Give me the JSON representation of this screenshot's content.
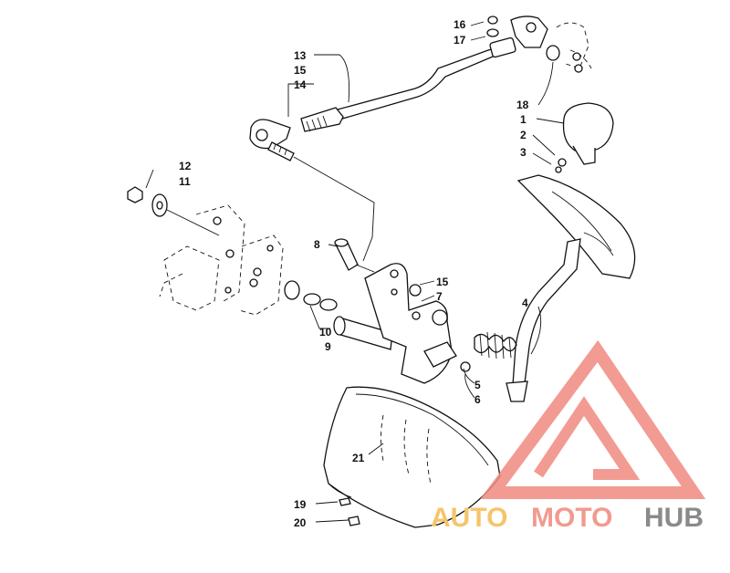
{
  "callouts": {
    "c1": "1",
    "c2": "2",
    "c3": "3",
    "c4": "4",
    "c5": "5",
    "c6": "6",
    "c7": "7",
    "c8": "8",
    "c9": "9",
    "c10": "10",
    "c11": "11",
    "c12": "12",
    "c13": "13",
    "c14": "14",
    "c15a": "15",
    "c15b": "15",
    "c16": "16",
    "c17": "17",
    "c18": "18",
    "c19": "19",
    "c20": "20",
    "c21": "21"
  },
  "watermark": {
    "part1": "AUTO",
    "part2": "MOTO",
    "part3": "HUB",
    "colors": {
      "auto": "#f5c56b",
      "moto": "#f29a8f",
      "hub": "#8a8a8a",
      "triangle": "#f08a80"
    }
  }
}
